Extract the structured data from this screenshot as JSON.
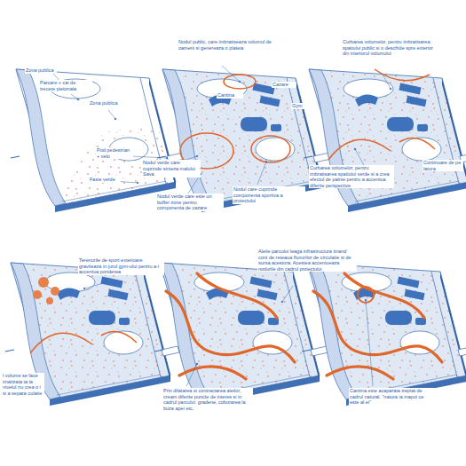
{
  "diagram": {
    "labels": [
      "Zona publica",
      "Parcare + cai de trecere pietonala",
      "Zona publica",
      "Pod pedestrian + velo",
      "Fasie verde",
      "Nodul public, care imbratiseaza volumul de oameni si genereaza o plateia",
      "Cazare",
      "Cantina",
      "Gym",
      "Nodul verde care cuprinde sinteza malului Sava",
      "Nodul care cuprinde componenta sportiva a proiectului",
      "Nodul verde care este un buffer zone pentru componenta de cazare",
      "Curbarea volumelor, pentru imbratisarea spatiului public si o deschide spre exterior din interiorul volumului",
      "Curbarea volumelor, pentru imbratisarea spatiului verde si a crea efectul de palnie pentru a accentua diferite perspective",
      "Continuare de pe latura",
      "Terenurile de sport exterioare graviteaza in jurul gym-ului pentru a-i accentua ponderea",
      "l volume se face imatizata ta la nivelul nu crea o i si a separa culatie",
      "Aleile parcului leaga infrastructura tinand cont de reteaua fluxurilor de circulatie si de sursa acestora. Acestea accentueaza nodurile din cadrul proiectului",
      "Prin dilatarea si contractarea aleilor, cream diferite puncte de interes si in cadrul parcului: gradene, coborarea la buza apei etc.",
      "Cantina este acaparata treptat de cadrul natural, \"natura ia inapoi ce este al ei\""
    ]
  }
}
